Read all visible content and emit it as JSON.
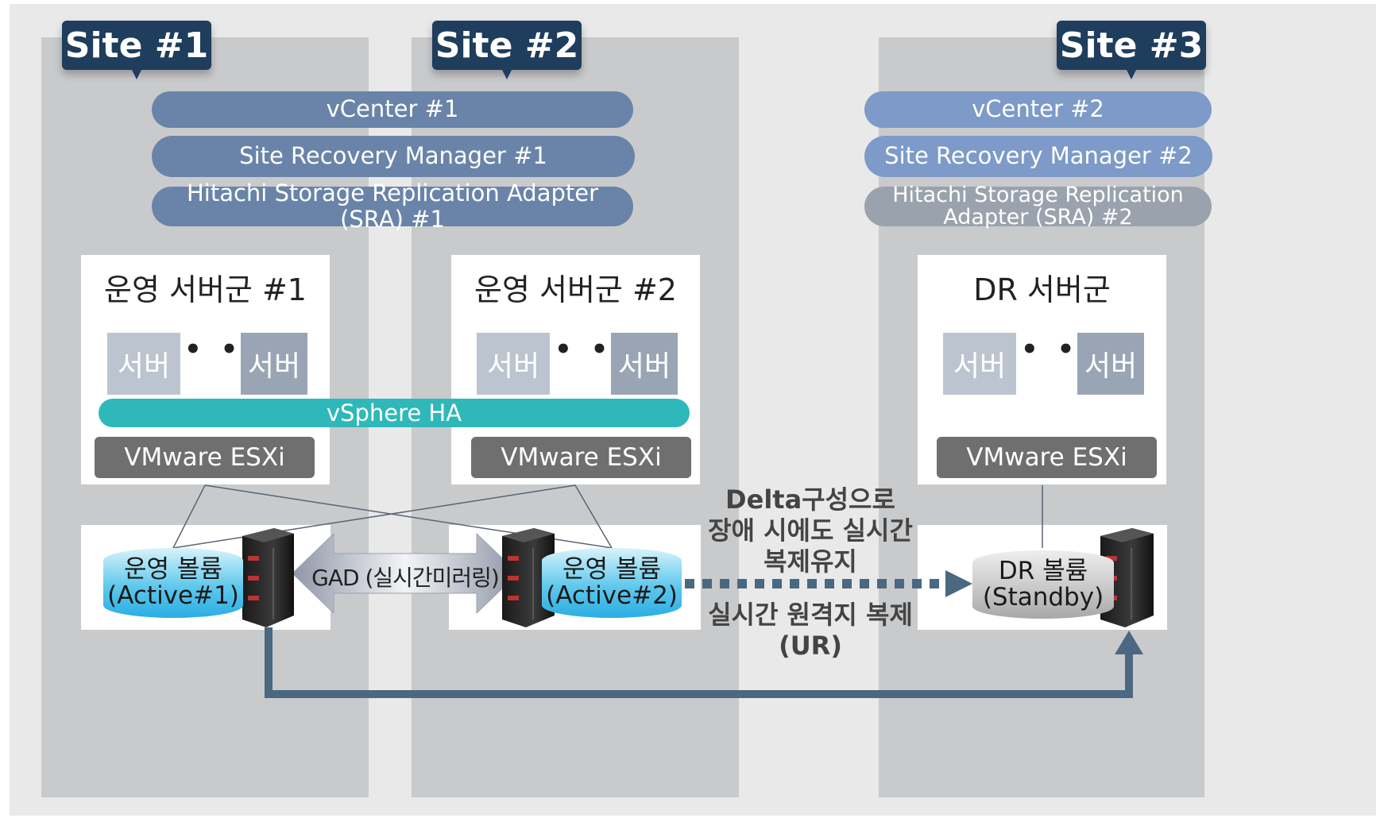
{
  "sites": [
    {
      "tag": "Site #1"
    },
    {
      "tag": "Site #2"
    },
    {
      "tag": "Site #3"
    }
  ],
  "management": {
    "left": {
      "vcenter": "vCenter #1",
      "srm": "Site Recovery Manager #1",
      "sra": "Hitachi Storage Replication Adapter (SRA) #1"
    },
    "right": {
      "vcenter": "vCenter #2",
      "srm": "Site Recovery Manager #2",
      "sra_line1": "Hitachi Storage Replication",
      "sra_line2": "Adapter (SRA) #2"
    }
  },
  "server_groups": [
    {
      "title": "운영 서버군 #1",
      "server_a": "서버",
      "server_b": "서버",
      "dots": "• • •",
      "esxi": "VMware ESXi"
    },
    {
      "title": "운영 서버군 #2",
      "server_a": "서버",
      "server_b": "서버",
      "dots": "• • •",
      "esxi": "VMware ESXi"
    },
    {
      "title": "DR 서버군",
      "server_a": "서버",
      "server_b": "서버",
      "dots": "• • •",
      "esxi": "VMware ESXi"
    }
  ],
  "vsphere_ha": "vSphere HA",
  "volumes": [
    {
      "line1": "운영 볼륨",
      "line2": "(Active#1)"
    },
    {
      "line1": "운영 볼륨",
      "line2": "(Active#2)"
    },
    {
      "line1": "DR 볼륨",
      "line2": "(Standby)"
    }
  ],
  "gad_label": "GAD (실시간미러링)",
  "delta_note": [
    "Delta구성으로",
    "장애 시에도 실시간",
    "복제유지"
  ],
  "ur_note": [
    "실시간 원격지 복제",
    "(UR)"
  ],
  "colors": {
    "site_tag": "#1f3d5c",
    "pill_left": "#6a84a9",
    "pill_right": "#7d9ac8",
    "sra_right": "#9aa3ad",
    "vsphere_ha": "#2fb8b9",
    "arrow": "#4a6880"
  }
}
